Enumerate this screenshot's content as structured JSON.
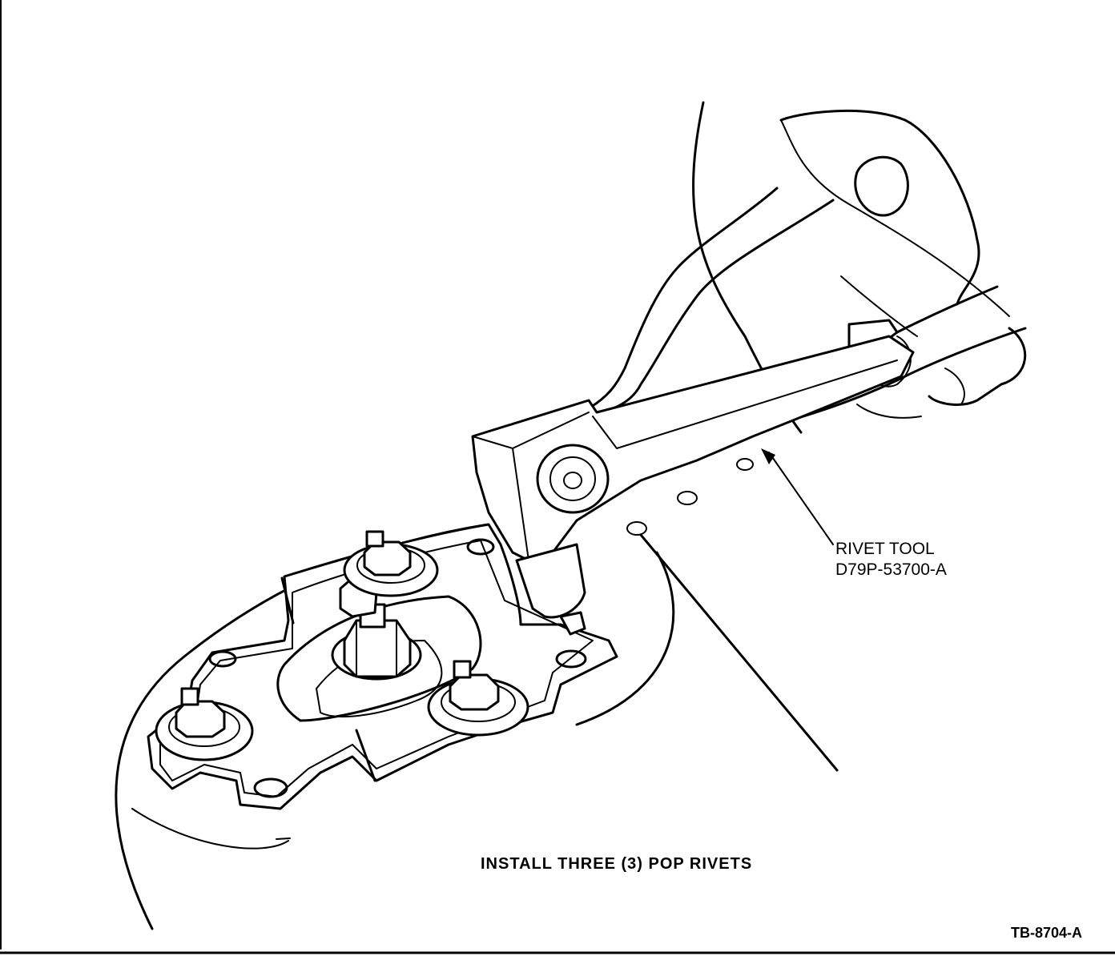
{
  "callout": {
    "line1": "RIVET TOOL",
    "line2": "D79P-53700-A"
  },
  "caption": "INSTALL THREE (3) POP RIVETS",
  "figure_id": "TB-8704-A",
  "colors": {
    "ink": "#000000",
    "paper": "#ffffff"
  }
}
